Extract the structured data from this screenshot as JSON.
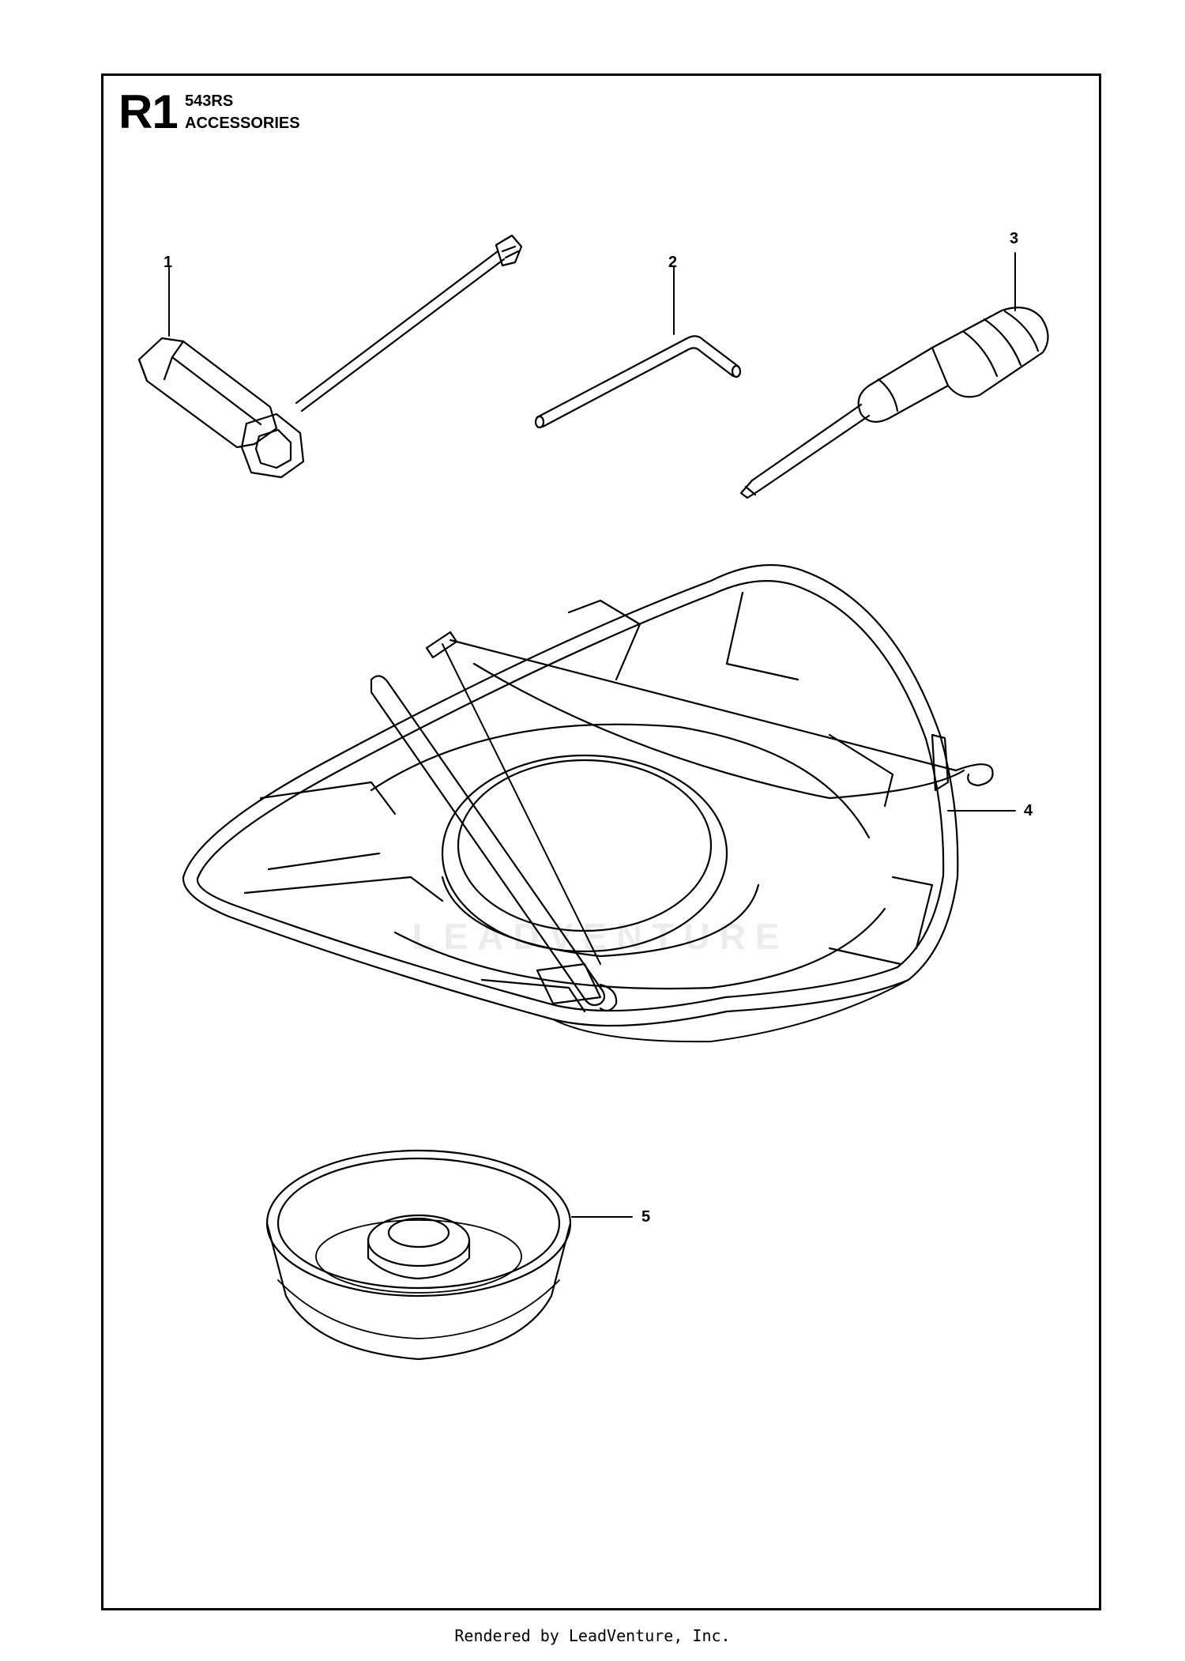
{
  "header": {
    "code": "R1",
    "model": "543RS",
    "title": "ACCESSORIES"
  },
  "callouts": [
    "1",
    "2",
    "3",
    "4",
    "5"
  ],
  "icons": {
    "item_1": "combination-spanner-icon",
    "item_2": "allen-key-icon",
    "item_3": "screwdriver-icon",
    "item_4": "blade-guard-icon",
    "item_5": "support-cup-icon"
  },
  "watermark": "LEADVENTURE",
  "footer": "Rendered by LeadVenture, Inc."
}
